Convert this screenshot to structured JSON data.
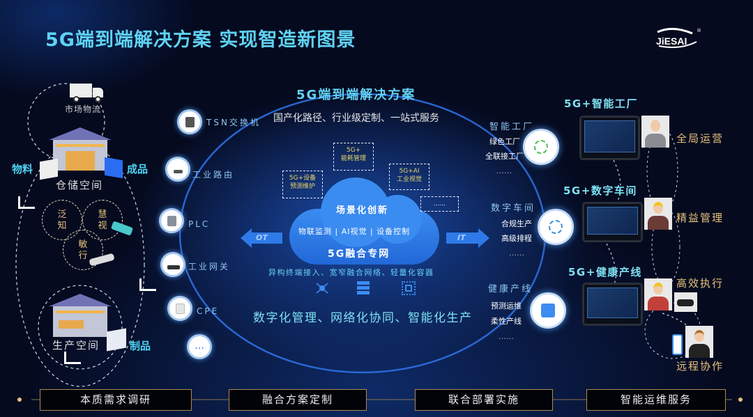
{
  "title": "5G端到端解决方案 实现智造新图景",
  "logo": "JIESAI",
  "left": {
    "logistics": "市场物流",
    "materials": "物料",
    "finished": "成品",
    "storage": "仓储空间",
    "ring1": [
      "泛",
      "知"
    ],
    "ring2": [
      "慧",
      "视"
    ],
    "ring3": [
      "敏",
      "行"
    ],
    "production": "生产空间",
    "wip": "制品"
  },
  "devices": [
    {
      "label": "TSN交换机",
      "icon": "switch-icon"
    },
    {
      "label": "工业路由",
      "icon": "router-icon"
    },
    {
      "label": "PLC",
      "icon": "plc-icon"
    },
    {
      "label": "工业网关",
      "icon": "gateway-icon"
    },
    {
      "label": "CPE",
      "icon": "cpe-icon"
    },
    {
      "label": "…",
      "icon": "more-icon"
    }
  ],
  "center": {
    "heading": "5G端到端解决方案",
    "subheading": "国产化路径、行业级定制、一站式服务",
    "boxes": [
      "5G+设备\n预测维护",
      "5G+\n能耗管理",
      "5G+AI\n工业视觉",
      "......"
    ],
    "cloud_top": "场景化创新",
    "cloud_mid": "物联监测 | AI视觉 | 设备控制",
    "cloud_bottom": "5G融合专网",
    "ot": "OT",
    "it": "IT",
    "network_line": "异构终端接入、宽窄融合网络、轻量化容器",
    "footer": "数字化管理、网络化协同、智能化生产"
  },
  "scenarios": [
    {
      "title": "智能工厂",
      "items": [
        "绿色工厂",
        "全联接工厂",
        "……"
      ]
    },
    {
      "title": "数字车间",
      "items": [
        "合规生产",
        "高级排程",
        "……"
      ]
    },
    {
      "title": "健康产线",
      "items": [
        "预测运维",
        "柔性产线",
        "……"
      ]
    }
  ],
  "right": {
    "sections": [
      "5G+智能工厂",
      "5G+数字车间",
      "5G+健康产线"
    ],
    "roles": [
      "全局运营",
      "精益管理",
      "高效执行",
      "远程协作"
    ]
  },
  "steps": [
    "本质需求调研",
    "融合方案定制",
    "联合部署实施",
    "智能运维服务"
  ],
  "colors": {
    "accent": "#63d3f5",
    "gold": "#e6c27a",
    "background": "#050a1f",
    "cloud": "#2f7de8"
  }
}
